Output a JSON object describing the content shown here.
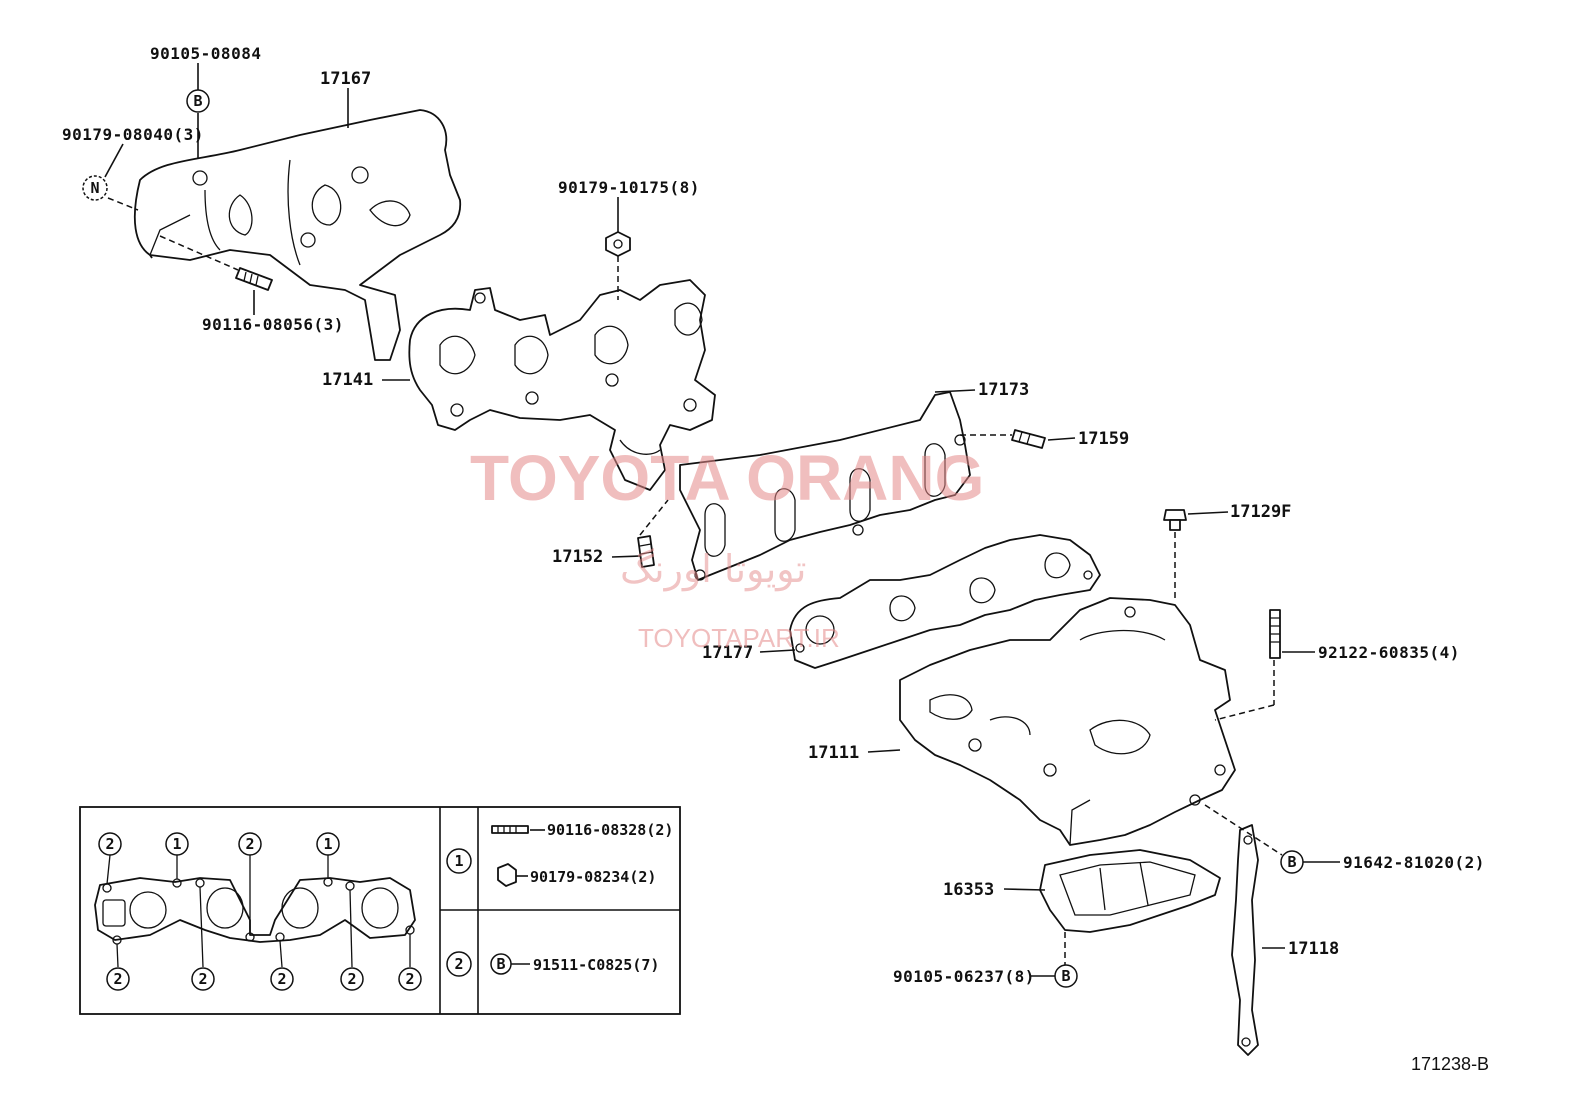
{
  "labels": {
    "p90105_08084": "90105-08084",
    "p17167": "17167",
    "p90179_08040": "90179-08040(3)",
    "p90179_10175": "90179-10175(8)",
    "p90116_08056": "90116-08056(3)",
    "p17141": "17141",
    "p17173": "17173",
    "p17159": "17159",
    "p17129F": "17129F",
    "p17152": "17152",
    "p17177": "17177",
    "p92122_60835": "92122-60835(4)",
    "p17111": "17111",
    "p91642_81020": "91642-81020(2)",
    "p16353": "16353",
    "p17118": "17118",
    "p90105_06237": "90105-06237(8)"
  },
  "markers": {
    "B": "B",
    "N": "N",
    "one": "1",
    "two": "2"
  },
  "legend": {
    "row1_item1": "90116-08328(2)",
    "row1_item2": "90179-08234(2)",
    "row2_item1": "91511-C0825(7)"
  },
  "watermark": {
    "main": "TOYOTA ORANG",
    "persian": "تویوتا اورنگ",
    "site": "TOYOTAPART.IR"
  },
  "diagram_code": "171238-B"
}
